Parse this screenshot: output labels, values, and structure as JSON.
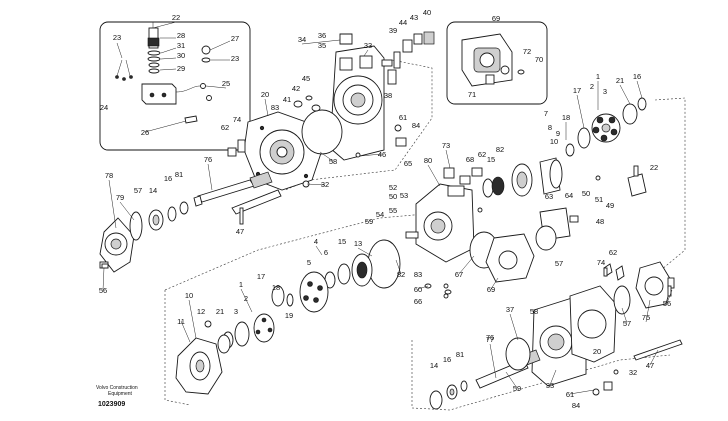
{
  "diagram": {
    "labels": [
      {
        "t": "22"
      },
      {
        "t": "28"
      },
      {
        "t": "31"
      },
      {
        "t": "30"
      },
      {
        "t": "29"
      },
      {
        "t": "27"
      },
      {
        "t": "23"
      },
      {
        "t": "23"
      },
      {
        "t": "24"
      },
      {
        "t": "25"
      },
      {
        "t": "26"
      },
      {
        "t": "34"
      },
      {
        "t": "36"
      },
      {
        "t": "35"
      },
      {
        "t": "33"
      },
      {
        "t": "39"
      },
      {
        "t": "44"
      },
      {
        "t": "43"
      },
      {
        "t": "40"
      },
      {
        "t": "38"
      },
      {
        "t": "69"
      },
      {
        "t": "72"
      },
      {
        "t": "70"
      },
      {
        "t": "71"
      },
      {
        "t": "1"
      },
      {
        "t": "2"
      },
      {
        "t": "3"
      },
      {
        "t": "21"
      },
      {
        "t": "16"
      },
      {
        "t": "17"
      },
      {
        "t": "18"
      },
      {
        "t": "20"
      },
      {
        "t": "83"
      },
      {
        "t": "41"
      },
      {
        "t": "42"
      },
      {
        "t": "45"
      },
      {
        "t": "62"
      },
      {
        "t": "74"
      },
      {
        "t": "58"
      },
      {
        "t": "61"
      },
      {
        "t": "84"
      },
      {
        "t": "46"
      },
      {
        "t": "76"
      },
      {
        "t": "32"
      },
      {
        "t": "73"
      },
      {
        "t": "80"
      },
      {
        "t": "68"
      },
      {
        "t": "62"
      },
      {
        "t": "15"
      },
      {
        "t": "82"
      },
      {
        "t": "7"
      },
      {
        "t": "8"
      },
      {
        "t": "9"
      },
      {
        "t": "10"
      },
      {
        "t": "22"
      },
      {
        "t": "78"
      },
      {
        "t": "57"
      },
      {
        "t": "14"
      },
      {
        "t": "16"
      },
      {
        "t": "81"
      },
      {
        "t": "79"
      },
      {
        "t": "47"
      },
      {
        "t": "65"
      },
      {
        "t": "52"
      },
      {
        "t": "50"
      },
      {
        "t": "53"
      },
      {
        "t": "54"
      },
      {
        "t": "55"
      },
      {
        "t": "59"
      },
      {
        "t": "63"
      },
      {
        "t": "64"
      },
      {
        "t": "50"
      },
      {
        "t": "51"
      },
      {
        "t": "49"
      },
      {
        "t": "48"
      },
      {
        "t": "56"
      },
      {
        "t": "4"
      },
      {
        "t": "5"
      },
      {
        "t": "6"
      },
      {
        "t": "15"
      },
      {
        "t": "13"
      },
      {
        "t": "82"
      },
      {
        "t": "83"
      },
      {
        "t": "60"
      },
      {
        "t": "66"
      },
      {
        "t": "67"
      },
      {
        "t": "69"
      },
      {
        "t": "57"
      },
      {
        "t": "74"
      },
      {
        "t": "62"
      },
      {
        "t": "1"
      },
      {
        "t": "2"
      },
      {
        "t": "17"
      },
      {
        "t": "18"
      },
      {
        "t": "3"
      },
      {
        "t": "21"
      },
      {
        "t": "19"
      },
      {
        "t": "10"
      },
      {
        "t": "11"
      },
      {
        "t": "12"
      },
      {
        "t": "37"
      },
      {
        "t": "58"
      },
      {
        "t": "76"
      },
      {
        "t": "57"
      },
      {
        "t": "75"
      },
      {
        "t": "56"
      },
      {
        "t": "77"
      },
      {
        "t": "20"
      },
      {
        "t": "47"
      },
      {
        "t": "32"
      },
      {
        "t": "14"
      },
      {
        "t": "16"
      },
      {
        "t": "81"
      },
      {
        "t": "59"
      },
      {
        "t": "33"
      },
      {
        "t": "61"
      },
      {
        "t": "84"
      }
    ],
    "brand_note_line1": "Volvo Construction",
    "brand_note_line2": "Equipment",
    "drawing_number": "1023909"
  }
}
